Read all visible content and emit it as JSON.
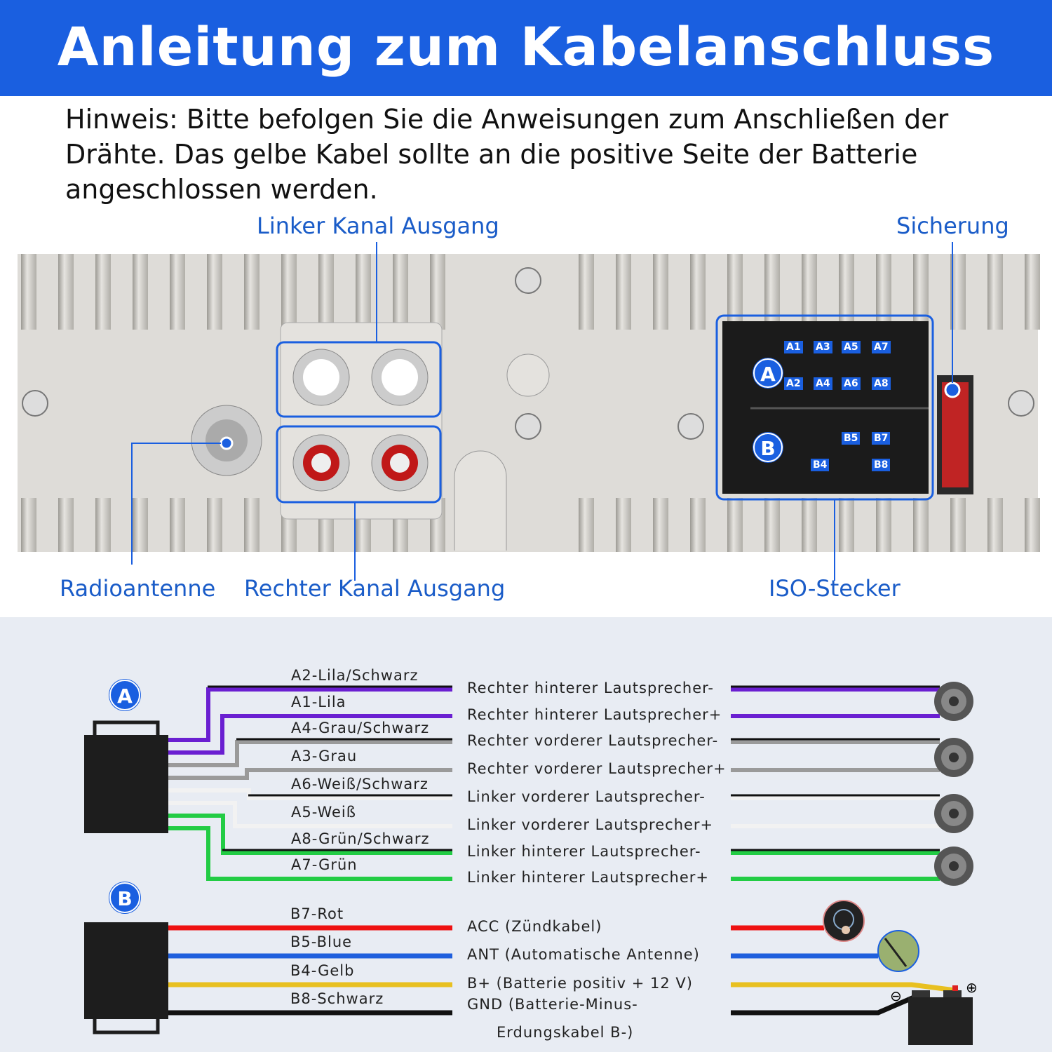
{
  "title": "Anleitung zum Kabelanschluss",
  "hint": "Hinweis: Bitte befolgen Sie die Anweisungen zum Anschließen der Drähte. Das gelbe Kabel sollte an die positive Seite der Batterie angeschlossen werden.",
  "callouts": {
    "left_out": "Linker Kanal Ausgang",
    "fuse": "Sicherung",
    "antenna": "Radioantenne",
    "right_out": "Rechter Kanal Ausgang",
    "iso": "ISO-Stecker"
  },
  "iso_pins": {
    "A": "A",
    "B": "B",
    "a_top": [
      "A1",
      "A3",
      "A5",
      "A7"
    ],
    "a_bottom": [
      "A2",
      "A4",
      "A6",
      "A8"
    ],
    "b_top": [
      "B5",
      "B7"
    ],
    "b_bottom": [
      "B4",
      "B8"
    ]
  },
  "connector_a": "A",
  "connector_b": "B",
  "wires_a": [
    {
      "label": "A2-Lila/Schwarz",
      "desc": "Rechter hinterer Lautsprecher-",
      "color": "#6a1fd1",
      "stripe": true
    },
    {
      "label": "A1-Lila",
      "desc": "Rechter hinterer Lautsprecher+",
      "color": "#6a1fd1",
      "stripe": false
    },
    {
      "label": "A4-Grau/Schwarz",
      "desc": "Rechter vorderer Lautsprecher-",
      "color": "#9a9a9a",
      "stripe": true
    },
    {
      "label": "A3-Grau",
      "desc": "Rechter vorderer Lautsprecher+",
      "color": "#9a9a9a",
      "stripe": false
    },
    {
      "label": "A6-Weiß/Schwarz",
      "desc": "Linker vorderer Lautsprecher-",
      "color": "#f2f2f2",
      "stripe": true
    },
    {
      "label": "A5-Weiß",
      "desc": "Linker vorderer Lautsprecher+",
      "color": "#f2f2f2",
      "stripe": false
    },
    {
      "label": "A8-Grün/Schwarz",
      "desc": "Linker hinterer Lautsprecher-",
      "color": "#22cc44",
      "stripe": true
    },
    {
      "label": "A7-Grün",
      "desc": "Linker hinterer Lautsprecher+",
      "color": "#22cc44",
      "stripe": false
    }
  ],
  "wires_b": [
    {
      "label": "B7-Rot",
      "desc": "ACC (Zündkabel)",
      "color": "#ee1111"
    },
    {
      "label": "B5-Blue",
      "desc": "ANT (Automatische Antenne)",
      "color": "#1f5fdd"
    },
    {
      "label": "B4-Gelb",
      "desc": "B+ (Batterie positiv + 12 V)",
      "color": "#e8c020"
    },
    {
      "label": "B8-Schwarz",
      "desc": "GND (Batterie-Minus-",
      "desc2": "Erdungskabel B-)",
      "color": "#111111"
    }
  ],
  "battery": {
    "plus": "⊕",
    "minus": "⊖"
  }
}
